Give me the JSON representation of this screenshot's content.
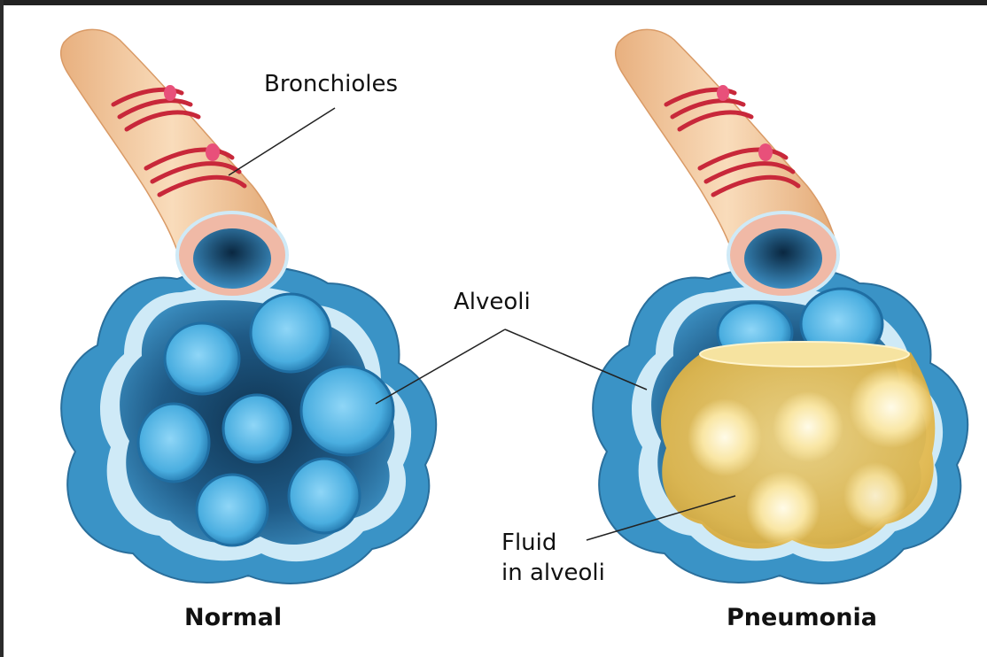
{
  "labels": {
    "bronchioles": "Bronchioles",
    "alveoli": "Alveoli",
    "fluid_line1": "Fluid",
    "fluid_line2": "in alveoli"
  },
  "captions": {
    "normal": "Normal",
    "pneumonia": "Pneumonia"
  },
  "colors": {
    "bronchiole_tan": "#f2c9a0",
    "muscle_red": "#c8283a",
    "sac_blue": "#3f9fcf",
    "alveolus_blue": "#5bb6e6",
    "fluid_yellow": "#e8c15a",
    "outline_light": "#cfeaf7"
  }
}
